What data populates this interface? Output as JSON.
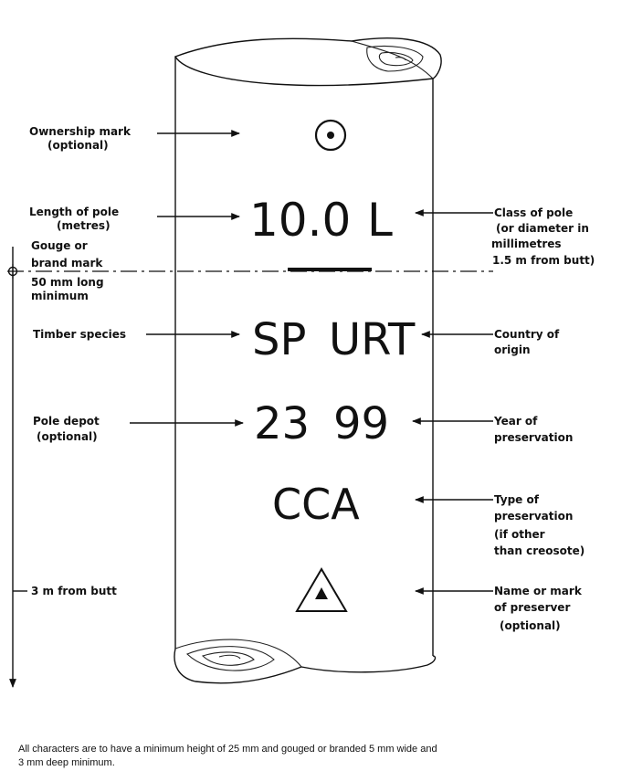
{
  "pole": {
    "ownership_symbol": "⊙",
    "length": "10.0",
    "class": "L",
    "species": "SP",
    "origin": "URT",
    "depot": "23",
    "year": "99",
    "preservation": "CCA",
    "preserver_symbol": "triangle-with-dot-icon"
  },
  "labels": {
    "ownership": [
      "Ownership mark",
      "(optional)"
    ],
    "length": [
      "Length of pole",
      "(metres)"
    ],
    "gouge": [
      "Gouge or",
      "brand mark",
      "50 mm long",
      "minimum"
    ],
    "species": [
      "Timber species"
    ],
    "depot": [
      "Pole depot",
      "(optional)"
    ],
    "butt": [
      "3 m  from butt"
    ],
    "class": [
      "Class of pole",
      "(or diameter in",
      "millimetres",
      "1.5 m  from butt)"
    ],
    "origin": [
      "Country of",
      "origin"
    ],
    "year": [
      "Year of",
      "preservation"
    ],
    "type": [
      "Type of",
      "preservation",
      "(if other",
      "than creosote)"
    ],
    "preserver": [
      "Name or mark",
      "of preserver",
      "(optional)"
    ]
  },
  "note": [
    "All characters are to have a minimum height of 25 mm and gouged or branded 5 mm wide and",
    "3 mm deep minimum."
  ]
}
